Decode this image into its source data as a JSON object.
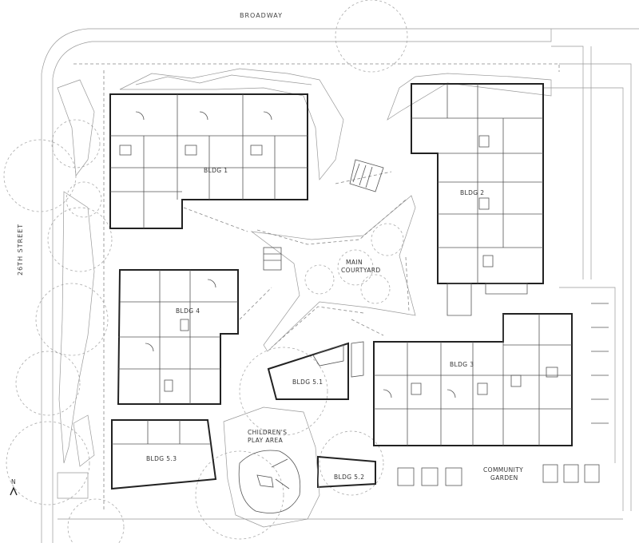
{
  "streets": {
    "top": "BROADWAY",
    "left": "26TH STREET"
  },
  "buildings": [
    {
      "id": "bldg1",
      "label": "BLDG 1"
    },
    {
      "id": "bldg2",
      "label": "BLDG 2"
    },
    {
      "id": "bldg3",
      "label": "BLDG 3"
    },
    {
      "id": "bldg4",
      "label": "BLDG 4"
    },
    {
      "id": "bldg51",
      "label": "BLDG 5.1"
    },
    {
      "id": "bldg52",
      "label": "BLDG 5.2"
    },
    {
      "id": "bldg53",
      "label": "BLDG 5.3"
    }
  ],
  "areas": {
    "courtyard_line1": "MAIN",
    "courtyard_line2": "COURTYARD",
    "play_line1": "CHILDREN'S",
    "play_line2": "PLAY AREA",
    "garden_line1": "COMMUNITY",
    "garden_line2": "GARDEN"
  },
  "north_arrow": {
    "letter": "N"
  }
}
